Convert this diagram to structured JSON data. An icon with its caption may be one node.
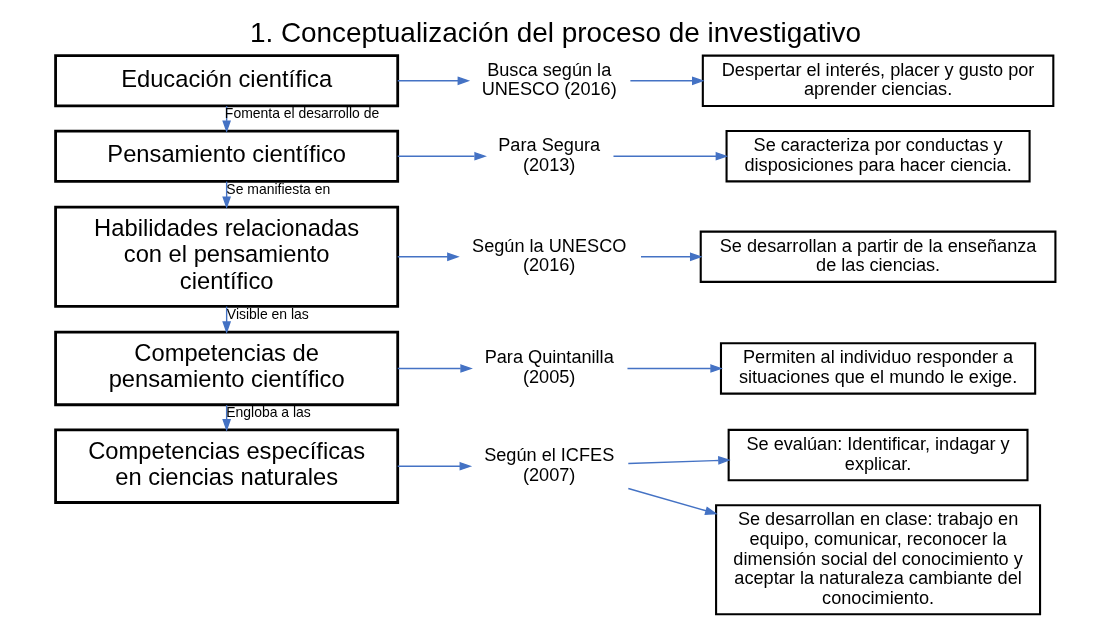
{
  "diagram": {
    "title": "1. Conceptualización del proceso de investigativo",
    "nodes": [
      {
        "text": [
          "Educación científica"
        ]
      },
      {
        "text": [
          "Busca según la UNESCO (2016)"
        ]
      },
      {
        "text": [
          "Despertar el interés, placer y gusto por aprender ciencias."
        ]
      },
      {
        "text": [
          "Pensamiento científico"
        ]
      },
      {
        "text": [
          "Para Segura (2013)"
        ]
      },
      {
        "text": [
          "Se caracteriza por conductas y disposiciones para hacer ciencia."
        ]
      },
      {
        "text": [
          "Habilidades relacionadas con el pensamiento científico"
        ]
      },
      {
        "text": [
          "Según la UNESCO (2016)"
        ]
      },
      {
        "text": [
          "Se desarrollan a partir de la enseñanza de las ciencias."
        ]
      },
      {
        "text": [
          "Competencias de pensamiento científico"
        ]
      },
      {
        "text": [
          "Para Quintanilla (2005)"
        ]
      },
      {
        "text": [
          "Permiten al individuo responder a situaciones que el mundo le exige."
        ]
      },
      {
        "text": [
          "Competencias específicas en ciencias naturales"
        ]
      },
      {
        "text": [
          "Según el ICFES (2007)"
        ]
      },
      {
        "text": [
          "Se evalúan: Identificar, indagar y explicar."
        ]
      },
      {
        "text": [
          "Se desarrollan en clase: trabajo en equipo, comunicar, reconocer la dimensión social del conocimiento y aceptar la naturaleza cambiante del conocimiento."
        ]
      }
    ],
    "edges": [
      {
        "from": 0,
        "to": 1,
        "arrow": "to"
      },
      {
        "from": 1,
        "to": 2,
        "arrow": "to"
      },
      {
        "from": 0,
        "to": 3,
        "arrow": "to",
        "label": "Fomenta el desarrollo de"
      },
      {
        "from": 3,
        "to": 4,
        "arrow": "to"
      },
      {
        "from": 4,
        "to": 5,
        "arrow": "to"
      },
      {
        "from": 3,
        "to": 6,
        "arrow": "to",
        "label": "Se manifiesta en"
      },
      {
        "from": 6,
        "to": 7,
        "arrow": "to"
      },
      {
        "from": 7,
        "to": 8,
        "arrow": "to"
      },
      {
        "from": 6,
        "to": 9,
        "arrow": "to",
        "label": "Visible en las"
      },
      {
        "from": 9,
        "to": 10,
        "arrow": "to"
      },
      {
        "from": 10,
        "to": 11,
        "arrow": "to"
      },
      {
        "from": 9,
        "to": 12,
        "arrow": "to",
        "label": "Engloba a las"
      },
      {
        "from": 12,
        "to": 13,
        "arrow": "to"
      },
      {
        "from": 13,
        "to": 14,
        "arrow": "to"
      },
      {
        "from": 13,
        "to": 15,
        "arrow": "to"
      }
    ]
  }
}
